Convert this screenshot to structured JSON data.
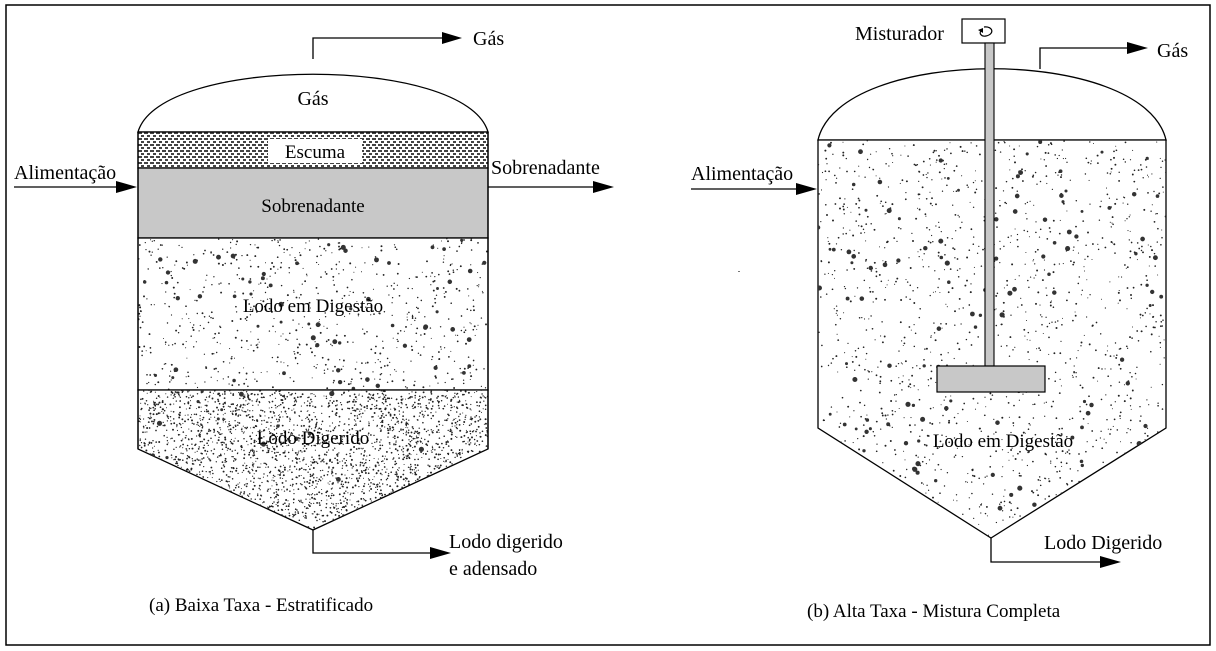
{
  "diagram_a": {
    "caption": "(a) Baixa Taxa - Estratificado",
    "gas_out": "Gás",
    "gas_zone": "Gás",
    "scum": "Escuma",
    "supernatant_zone": "Sobrenadante",
    "supernatant_out": "Sobrenadante",
    "feed": "Alimentação",
    "digesting": "Lodo em Digestão",
    "digested": "Lodo Digerido",
    "outlet_line1": "Lodo digerido",
    "outlet_line2": "e adensado"
  },
  "diagram_b": {
    "caption": "(b) Alta Taxa - Mistura Completa",
    "mixer": "Misturador",
    "gas_out": "Gás",
    "feed": "Alimentação",
    "digesting": "Lodo em Digestão",
    "outlet": "Lodo Digerido"
  },
  "colors": {
    "supernatant_fill": "#c8c8c8",
    "mixer_fill": "#c8c8c8",
    "scum_fill": "#555555",
    "stroke": "#000000"
  }
}
